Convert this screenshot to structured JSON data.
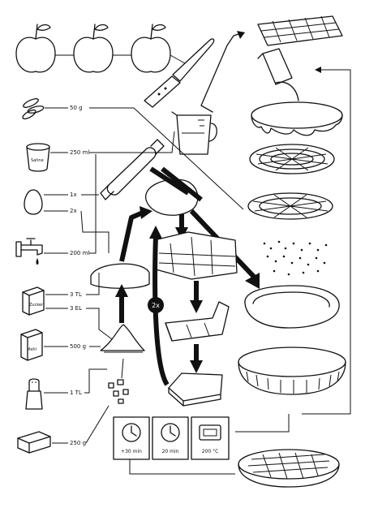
{
  "ingredients": [
    {
      "icon": "apple-icon",
      "amount": ""
    },
    {
      "icon": "sliced-almonds-icon",
      "amount": "50 g"
    },
    {
      "icon": "cream-cup-icon",
      "label": "Sahne",
      "amount": "250 ml"
    },
    {
      "icon": "egg-icon",
      "amount": "1x"
    },
    {
      "icon": "egg-icon",
      "amount": "2x"
    },
    {
      "icon": "water-tap-icon",
      "amount": "200 ml"
    },
    {
      "icon": "sugar-pack-icon",
      "label": "Zucker",
      "amount": "3 TL"
    },
    {
      "icon": "sugar-pack-icon",
      "label": "",
      "amount": "3 EL"
    },
    {
      "icon": "flour-pack-icon",
      "label": "Mehl",
      "amount": "500 g"
    },
    {
      "icon": "salt-shaker-icon",
      "amount": "1 TL"
    },
    {
      "icon": "butter-icon",
      "amount": "250 g"
    }
  ],
  "steps": {
    "repeat_badge": "2x"
  },
  "timers": [
    {
      "icon": "clock-icon",
      "label": "+30 min"
    },
    {
      "icon": "clock-icon",
      "label": "20 min"
    },
    {
      "icon": "oven-icon",
      "label": "200 °C"
    }
  ]
}
